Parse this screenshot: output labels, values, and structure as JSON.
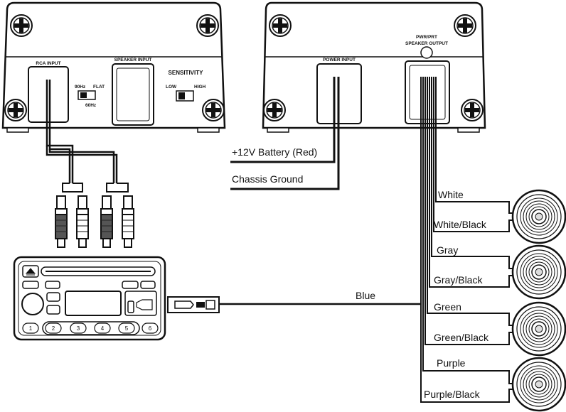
{
  "left_unit": {
    "rca_label": "RCA INPUT",
    "speaker_label": "SPEAKER INPUT",
    "sensitivity_label": "SENSITIVITY",
    "freq_90": "90Hz",
    "freq_flat": "FLAT",
    "freq_60": "60Hz",
    "sens_low": "LOW",
    "sens_high": "HIGH"
  },
  "right_unit": {
    "power_label": "POWER INPUT",
    "pwr_prt_label": "PWR/PRT",
    "speaker_output_label": "SPEAKER OUTPUT"
  },
  "wires": {
    "battery": "+12V Battery (Red)",
    "ground": "Chassis Ground",
    "blue": "Blue"
  },
  "speaker_wires": [
    {
      "pos": "White",
      "neg": "White/Black"
    },
    {
      "pos": "Gray",
      "neg": "Gray/Black"
    },
    {
      "pos": "Green",
      "neg": "Green/Black"
    },
    {
      "pos": "Purple",
      "neg": "Purple/Black"
    }
  ],
  "head_unit": {
    "buttons": [
      "1",
      "2",
      "3",
      "4",
      "5",
      "6"
    ]
  }
}
